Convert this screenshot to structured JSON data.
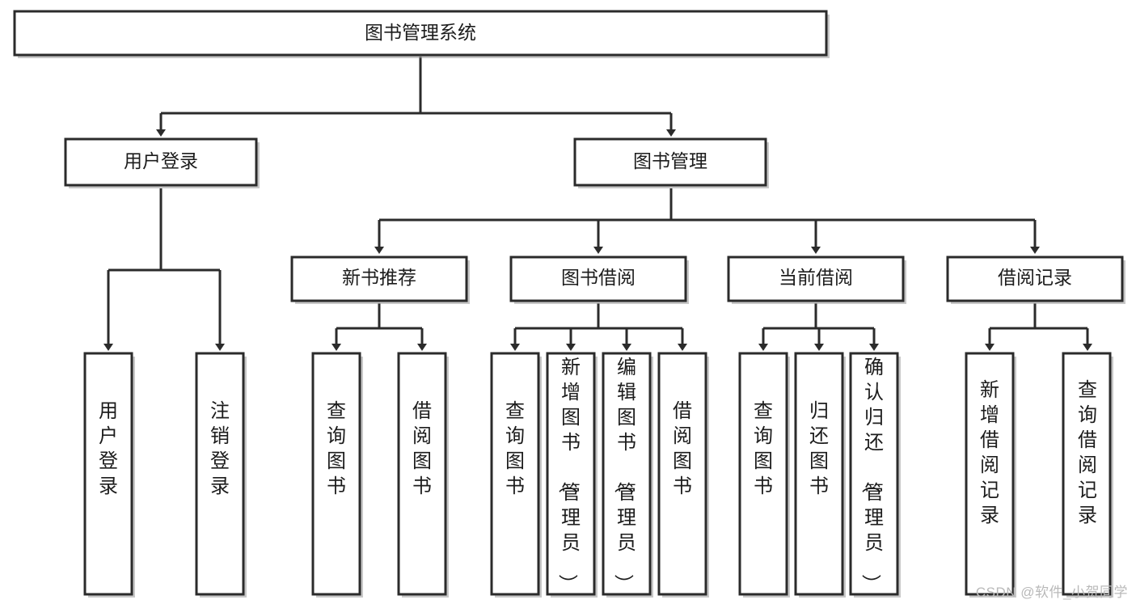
{
  "diagram": {
    "title": "图书管理系统",
    "type": "hierarchy-tree",
    "watermark": "CSDN @软件_小贺同学",
    "colors": {
      "box_fill": "#ffffff",
      "box_stroke": "#2b2b2b",
      "shadow": "#9a9a9a",
      "text": "#1c1c1c",
      "watermark": "#b9b9b9",
      "background": "#ffffff"
    },
    "nodes": {
      "root": {
        "label": "图书管理系统"
      },
      "level2": [
        {
          "id": "user-login",
          "label": "用户登录"
        },
        {
          "id": "book-manage",
          "label": "图书管理"
        }
      ],
      "level3": [
        {
          "id": "new-book-recommend",
          "label": "新书推荐"
        },
        {
          "id": "book-borrow",
          "label": "图书借阅"
        },
        {
          "id": "current-borrow",
          "label": "当前借阅"
        },
        {
          "id": "borrow-record",
          "label": "借阅记录"
        }
      ],
      "leaves": {
        "user-login": [
          {
            "id": "leaf-user-login",
            "label": "用户登录"
          },
          {
            "id": "leaf-logout-login",
            "label": "注销登录"
          }
        ],
        "new-book-recommend": [
          {
            "id": "leaf-query-book-1",
            "label": "查询图书"
          },
          {
            "id": "leaf-borrow-book-1",
            "label": "借阅图书"
          }
        ],
        "book-borrow": [
          {
            "id": "leaf-query-book-2",
            "label": "查询图书"
          },
          {
            "id": "leaf-add-book",
            "label": "新增图书（管理员）"
          },
          {
            "id": "leaf-edit-book",
            "label": "编辑图书（管理员）"
          },
          {
            "id": "leaf-borrow-book-2",
            "label": "借阅图书"
          }
        ],
        "current-borrow": [
          {
            "id": "leaf-query-book-3",
            "label": "查询图书"
          },
          {
            "id": "leaf-return-book",
            "label": "归还图书"
          },
          {
            "id": "leaf-confirm-return",
            "label": "确认归还（管理员）"
          }
        ],
        "borrow-record": [
          {
            "id": "leaf-add-record",
            "label": "新增借阅记录"
          },
          {
            "id": "leaf-query-record",
            "label": "查询借阅记录"
          }
        ]
      }
    }
  }
}
